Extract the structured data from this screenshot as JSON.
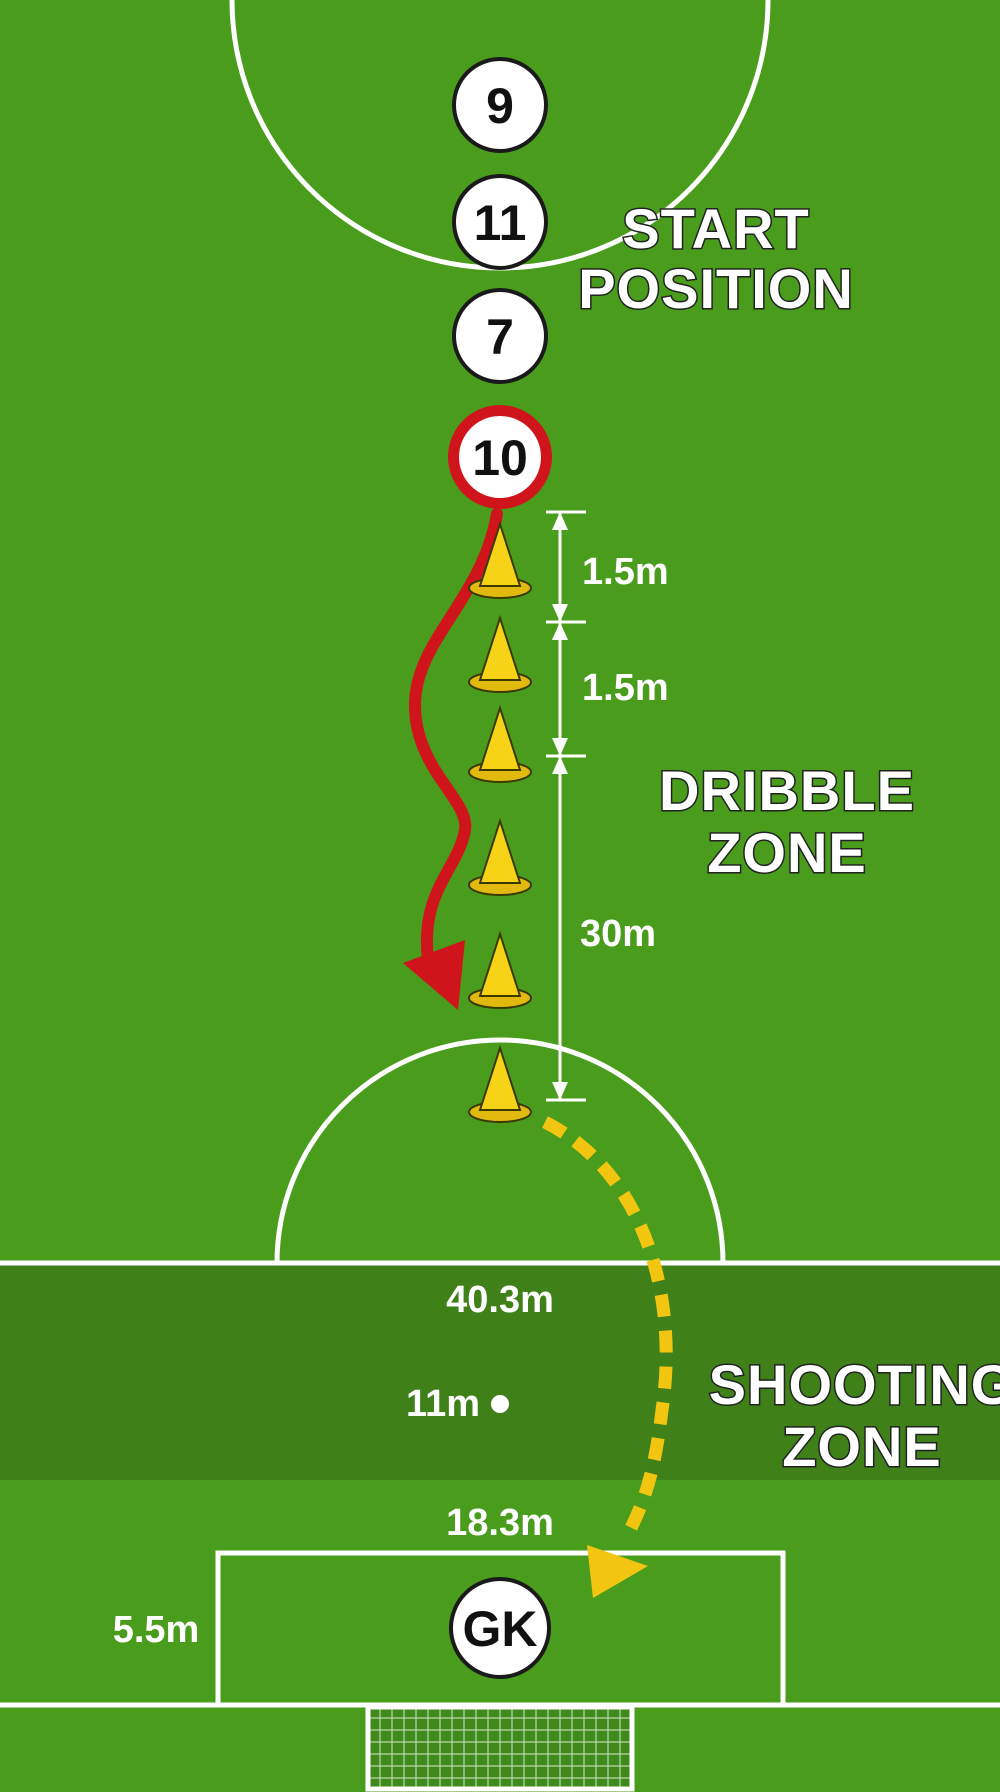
{
  "players": [
    {
      "number": "9",
      "highlighted": false
    },
    {
      "number": "11",
      "highlighted": false
    },
    {
      "number": "7",
      "highlighted": false
    },
    {
      "number": "10",
      "highlighted": true
    }
  ],
  "goalkeeper": {
    "label": "GK"
  },
  "zones": {
    "start": {
      "line1": "START",
      "line2": "POSITION"
    },
    "dribble": {
      "line1": "DRIBBLE",
      "line2": "ZONE"
    },
    "shooting": {
      "line1": "SHOOTING",
      "line2": "ZONE"
    }
  },
  "measurements": {
    "cone_gap_1": "1.5m",
    "cone_gap_2": "1.5m",
    "dribble_length": "30m",
    "penalty_arc": "40.3m",
    "penalty_spot": "11m",
    "box_width": "18.3m",
    "six_yard": "5.5m"
  },
  "cones_count": 6,
  "colors": {
    "pitch": "#4a9c1c",
    "shooting_zone": "#3e7d1a",
    "lines": "#ffffff",
    "highlight": "#d0141b",
    "dribble_path": "#d0141b",
    "shot_path": "#f2c511",
    "cone": "#f6d316"
  }
}
